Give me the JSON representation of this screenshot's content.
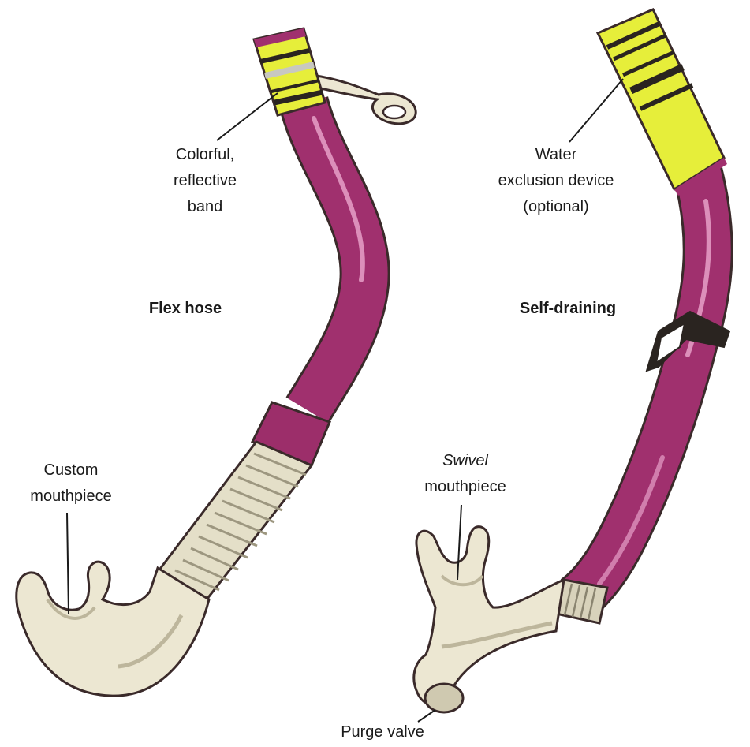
{
  "labels": {
    "reflective_band": [
      "Colorful,",
      "reflective",
      "band"
    ],
    "flex_hose": "Flex hose",
    "custom_mouthpiece": [
      "Custom",
      "mouthpiece"
    ],
    "water_exclusion": [
      "Water",
      "exclusion device",
      "(optional)"
    ],
    "self_draining": "Self-draining",
    "swivel_mouthpiece": [
      "Swivel",
      "mouthpiece"
    ],
    "purge_valve": "Purge valve"
  },
  "colors": {
    "tube": "#a0306e",
    "tube_dark": "#6e1d4c",
    "tube_highlight": "#e6a0c8",
    "band_yellow": "#e6ee3a",
    "band_stripe": "#2a2420",
    "mouthpiece": "#ece7d2",
    "mouthpiece_shadow": "#bdb69c",
    "outline": "#3a2a2a"
  }
}
